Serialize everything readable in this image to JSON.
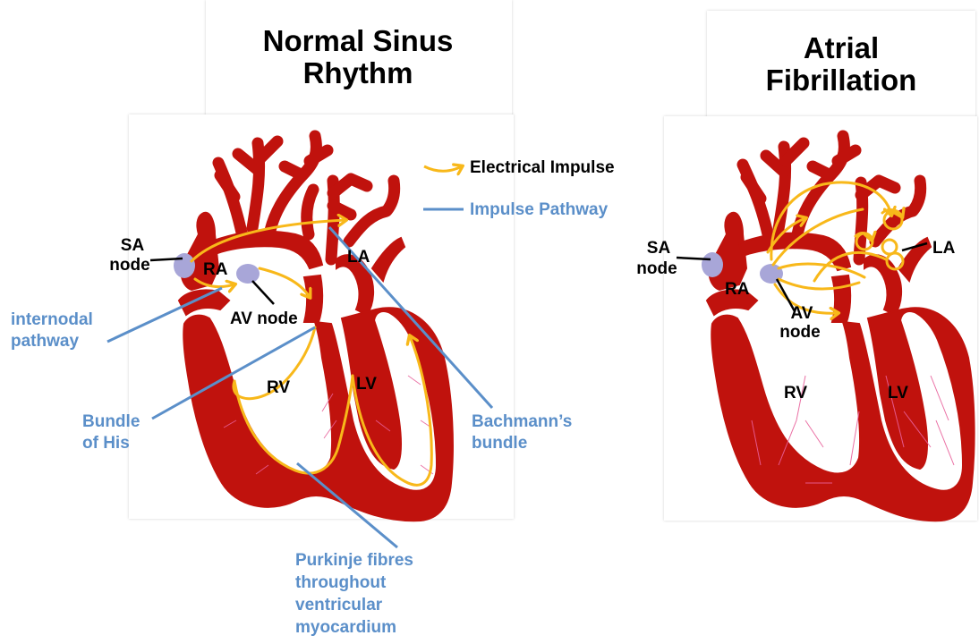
{
  "left_panel": {
    "title_line1": "Normal Sinus",
    "title_line2": "Rhythm",
    "labels": {
      "sa_line1": "SA",
      "sa_line2": "node",
      "ra": "RA",
      "la": "LA",
      "av": "AV node",
      "rv": "RV",
      "lv": "LV"
    },
    "annotations": {
      "internodal_line1": "internodal",
      "internodal_line2": "pathway",
      "bundle_his_line1": "Bundle",
      "bundle_his_line2": "of His",
      "bachmann_line1": "Bachmann’s",
      "bachmann_line2": "bundle",
      "purkinje_line1": "Purkinje fibres",
      "purkinje_line2": "throughout",
      "purkinje_line3": "ventricular",
      "purkinje_line4": "myocardium"
    }
  },
  "legend": {
    "electrical_impulse": "Electrical Impulse",
    "impulse_pathway": "Impulse Pathway"
  },
  "right_panel": {
    "title_line1": "Atrial",
    "title_line2": "Fibrillation",
    "labels": {
      "sa_line1": "SA",
      "sa_line2": "node",
      "ra": "RA",
      "la": "LA",
      "av_line1": "AV",
      "av_line2": "node",
      "rv": "RV",
      "lv": "LV"
    }
  },
  "colors": {
    "heart": "#c0120d",
    "impulse": "#f8b81a",
    "pathway": "#5b8fc9",
    "node": "#a8a6d8",
    "purkinje": "#e8609a"
  }
}
